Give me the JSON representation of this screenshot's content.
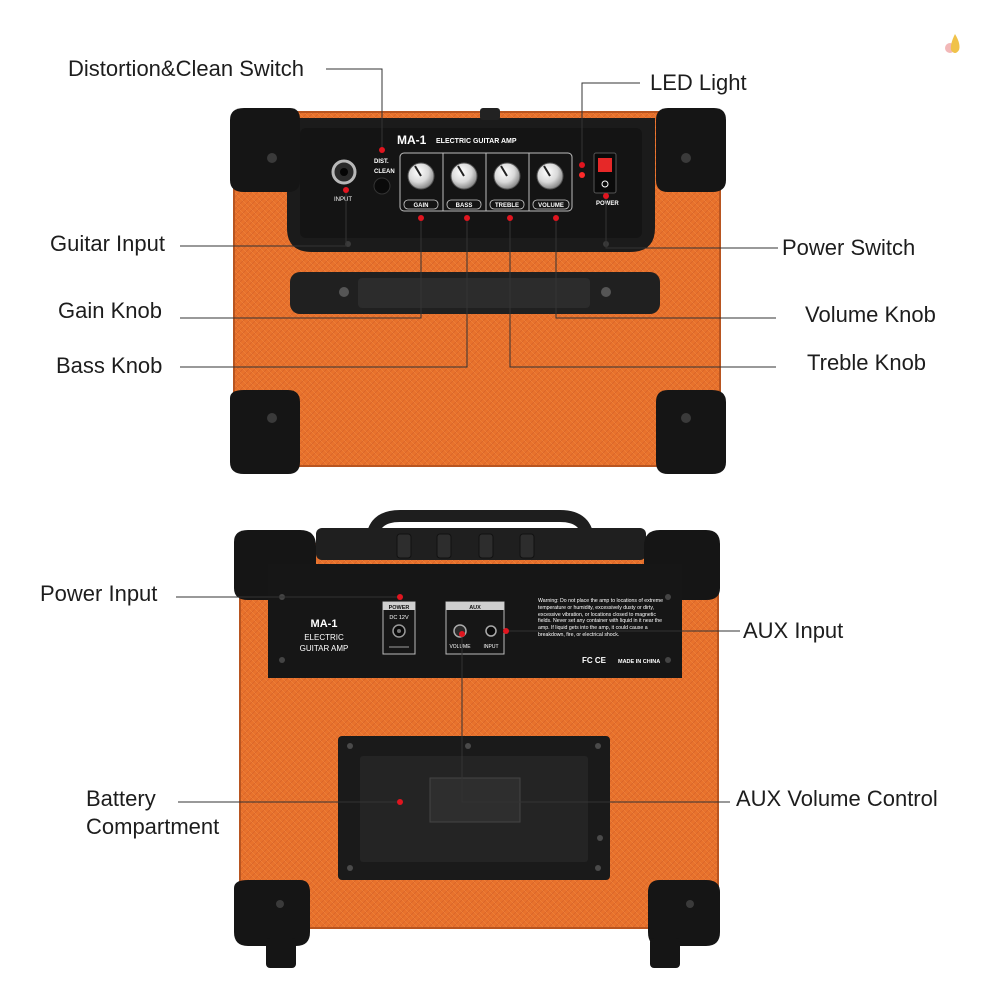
{
  "front": {
    "model": "MA-1",
    "subtitle": "ELECTRIC GUITAR AMP",
    "input_label": "INPUT",
    "switch_labels": [
      "DIST.",
      "CLEAN"
    ],
    "knobs": [
      "GAIN",
      "BASS",
      "TREBLE",
      "VOLUME"
    ],
    "power_label": "POWER"
  },
  "back": {
    "model": "MA-1",
    "line2": "ELECTRIC",
    "line3": "GUITAR AMP",
    "power_title": "POWER",
    "power_spec": "DC 12V",
    "aux_title": "AUX",
    "aux_volume": "VOLUME",
    "aux_input": "INPUT",
    "warning": "Warning: Do not place the amp to locations of extreme temperature or humidity, excessively dusty or dirty, excessive vibration, or locations closed to magnetic fields. Never set any container with liquid in it near the amp. If liquid gets into the amp, it could cause a breakdown, fire, or electrical shock.",
    "made_in": "MADE IN CHINA",
    "cert": "FC CE"
  },
  "callouts": {
    "distortion_clean_switch": "Distortion&Clean Switch",
    "led_light": "LED Light",
    "guitar_input": "Guitar Input",
    "power_switch": "Power Switch",
    "gain_knob": "Gain Knob",
    "volume_knob": "Volume Knob",
    "bass_knob": "Bass Knob",
    "treble_knob": "Treble Knob",
    "power_input": "Power Input",
    "aux_input": "AUX Input",
    "battery_compartment_1": "Battery",
    "battery_compartment_2": "Compartment",
    "aux_volume_control": "AUX Volume Control"
  },
  "colors": {
    "tolex_orange": "#e8722c",
    "panel_black": "#1a1a1a",
    "pointer_red": "#e0151f",
    "leader_line": "#333333"
  }
}
